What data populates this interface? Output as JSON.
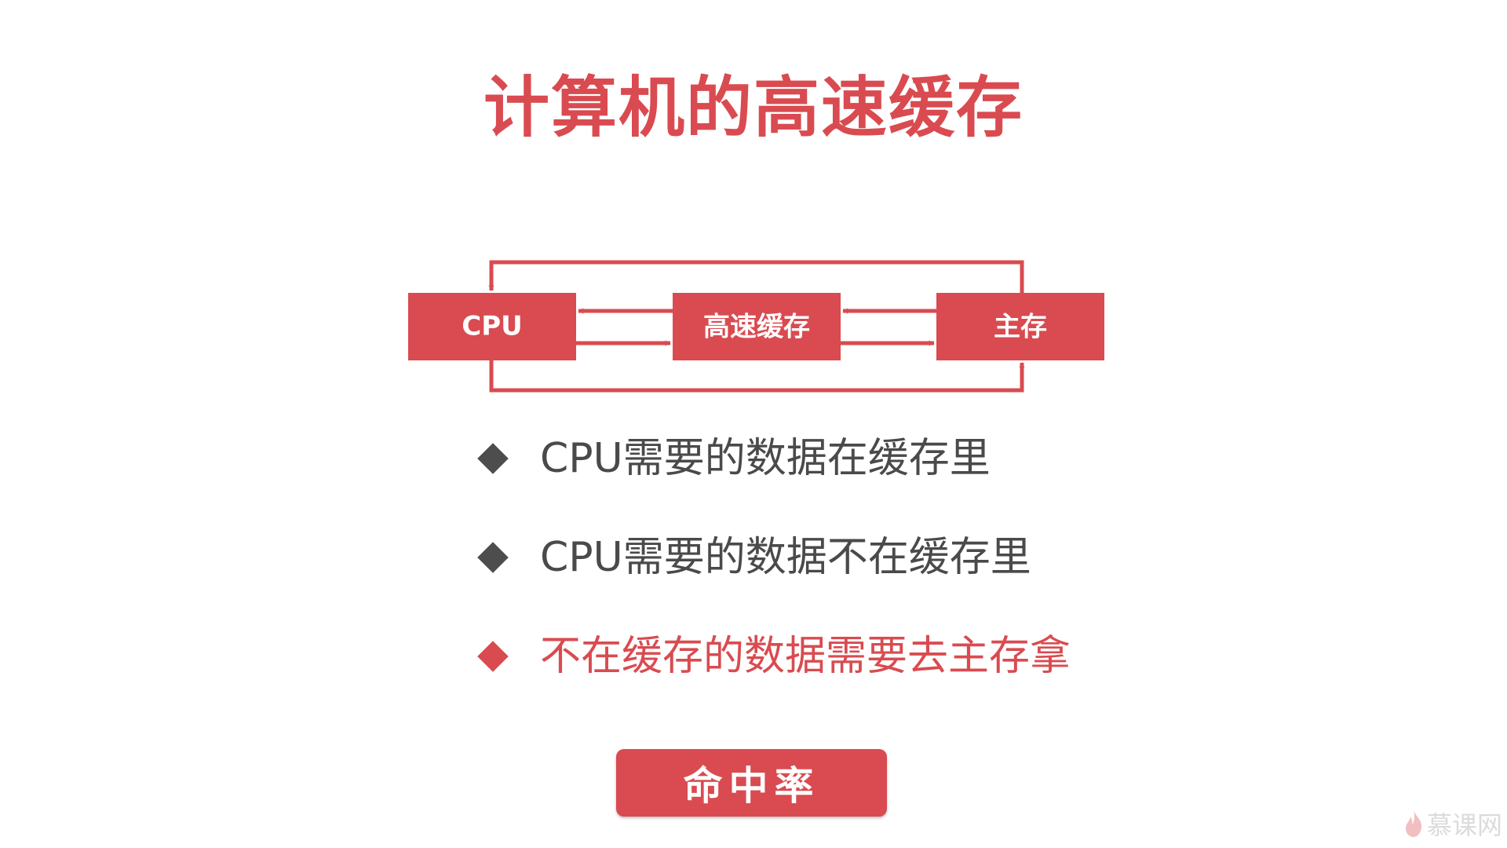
{
  "title": "计算机的高速缓存",
  "diagram": {
    "boxes": {
      "cpu": "CPU",
      "cache": "高速缓存",
      "memory": "主存"
    },
    "colors": {
      "box_fill": "#d94b50",
      "box_text": "#ffffff",
      "arrow": "#d94b50"
    }
  },
  "bullets": [
    {
      "text": "CPU需要的数据在缓存里",
      "highlight": false
    },
    {
      "text": "CPU需要的数据不在缓存里",
      "highlight": false
    },
    {
      "text": "不在缓存的数据需要去主存拿",
      "highlight": true
    }
  ],
  "button": {
    "label": "命中率"
  },
  "watermark": {
    "text": "慕课网",
    "icon": "flame-icon"
  },
  "colors": {
    "accent": "#d94b50",
    "text": "#4a4a4a",
    "marker": "#4d4d4d",
    "background": "#ffffff"
  }
}
